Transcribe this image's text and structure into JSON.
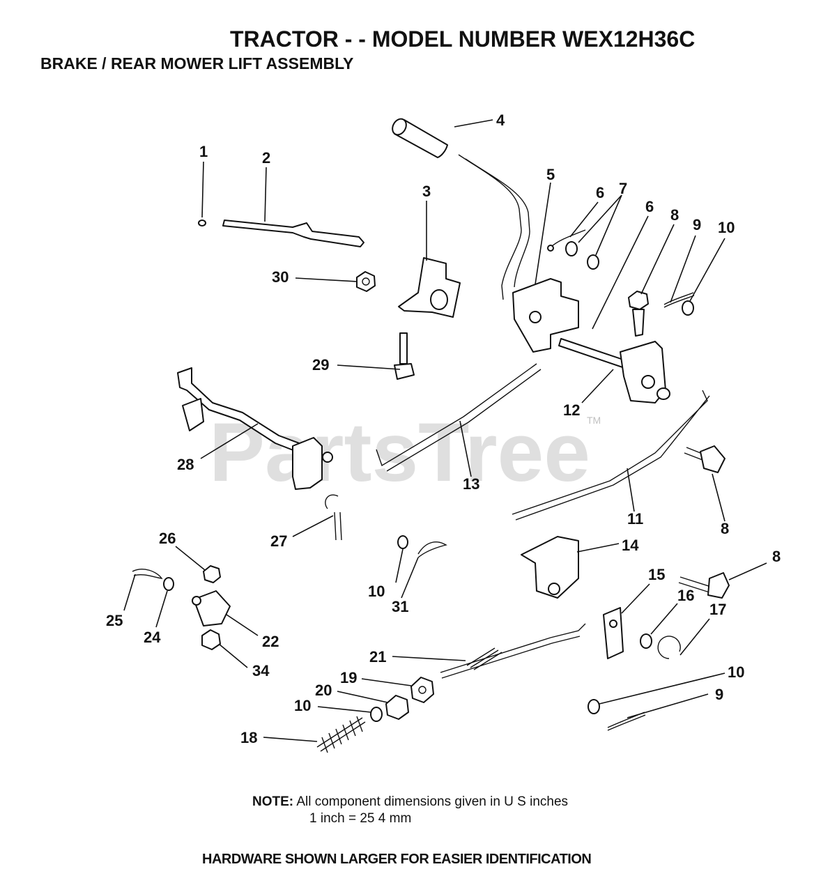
{
  "header": {
    "title": "TRACTOR - - MODEL NUMBER WEX12H36C",
    "subtitle": "BRAKE / REAR MOWER LIFT ASSEMBLY"
  },
  "watermark": {
    "text": "PartsTree",
    "tm": "TM"
  },
  "callouts": {
    "c1": "1",
    "c2": "2",
    "c3": "3",
    "c4": "4",
    "c5": "5",
    "c6a": "6",
    "c7": "7",
    "c6b": "6",
    "c8a": "8",
    "c9a": "9",
    "c10a": "10",
    "c30": "30",
    "c29": "29",
    "c12": "12",
    "c28": "28",
    "c13": "13",
    "c11": "11",
    "c8b": "8",
    "c27": "27",
    "c26": "26",
    "c10b": "10",
    "c31": "31",
    "c14": "14",
    "c8c": "8",
    "c25": "25",
    "c24": "24",
    "c22": "22",
    "c15": "15",
    "c16": "16",
    "c17": "17",
    "c34": "34",
    "c21": "21",
    "c19": "19",
    "c20": "20",
    "c10c": "10",
    "c10d": "10",
    "c9b": "9",
    "c18": "18"
  },
  "note": {
    "label": "NOTE:",
    "line1": "All component dimensions given in U S  inches",
    "line2": "1 inch = 25 4 mm"
  },
  "footer": "HARDWARE SHOWN LARGER FOR EASIER IDENTIFICATION"
}
